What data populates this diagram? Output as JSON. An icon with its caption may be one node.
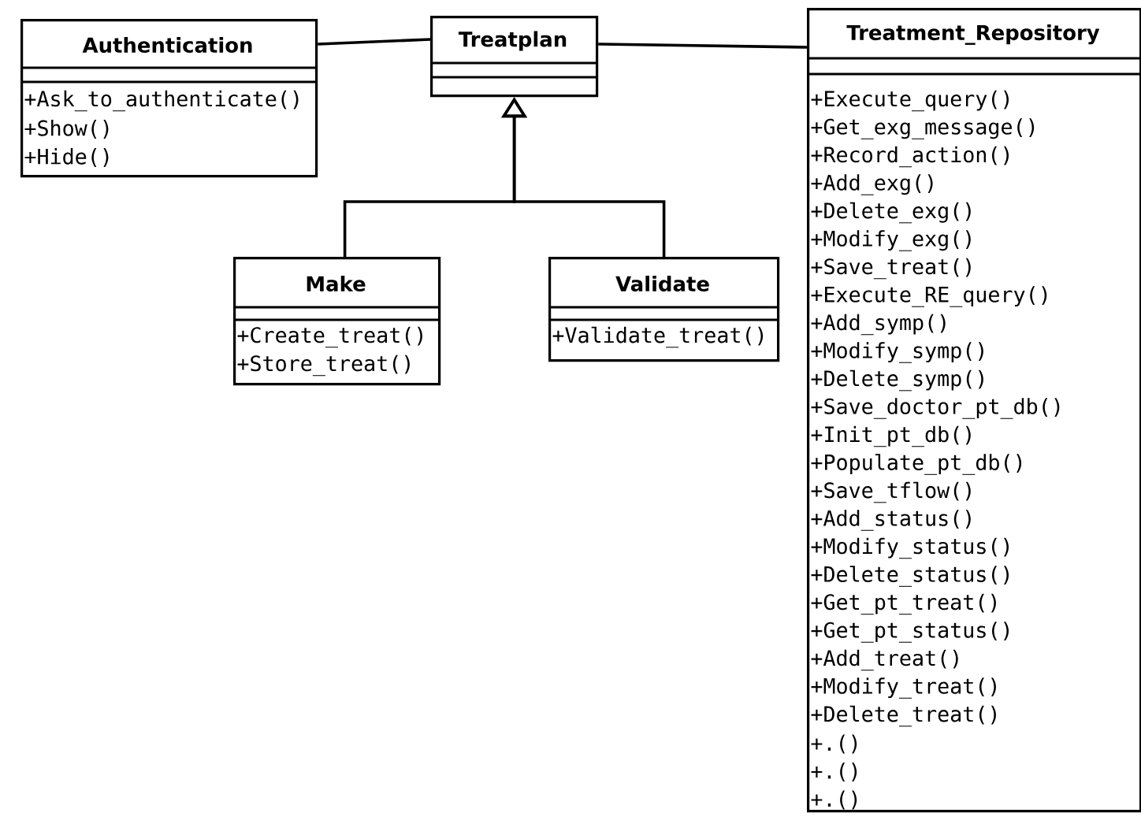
{
  "diagram": {
    "nodes": [
      {
        "text": [
          "Authentication",
          "+Ask_to_authenticate()",
          "+Show()",
          "+Hide()"
        ]
      },
      {
        "text": [
          "Treatplan"
        ]
      },
      {
        "text": [
          "Treatment_Repository",
          "+Execute_query()",
          "+Get_exg_message()",
          "+Record_action()",
          "+Add_exg()",
          "+Delete_exg()",
          "+Modify_exg()",
          "+Save_treat()",
          "+Execute_RE_query()",
          "+Add_symp()",
          "+Modify_symp()",
          "+Delete_symp()",
          "+Save_doctor_pt_db()",
          "+Init_pt_db()",
          "+Populate_pt_db()",
          "+Save_tflow()",
          "+Add_status()",
          "+Modify_status()",
          "+Delete_status()",
          "+Get_pt_treat()",
          "+Get_pt_status()",
          "+Add_treat()",
          "+Modify_treat()",
          "+Delete_treat()",
          "+.()",
          "+.()",
          "+.()"
        ]
      },
      {
        "text": [
          "Make",
          "+Create_treat()",
          "+Store_treat()"
        ]
      },
      {
        "text": [
          "Validate",
          "+Validate_treat()"
        ]
      }
    ],
    "edges": [
      {
        "from": 0,
        "to": 1,
        "arrow": "none"
      },
      {
        "from": 1,
        "to": 2,
        "arrow": "none"
      },
      {
        "from": 3,
        "to": 1,
        "arrow": "to"
      },
      {
        "from": 4,
        "to": 1,
        "arrow": "to"
      }
    ]
  }
}
